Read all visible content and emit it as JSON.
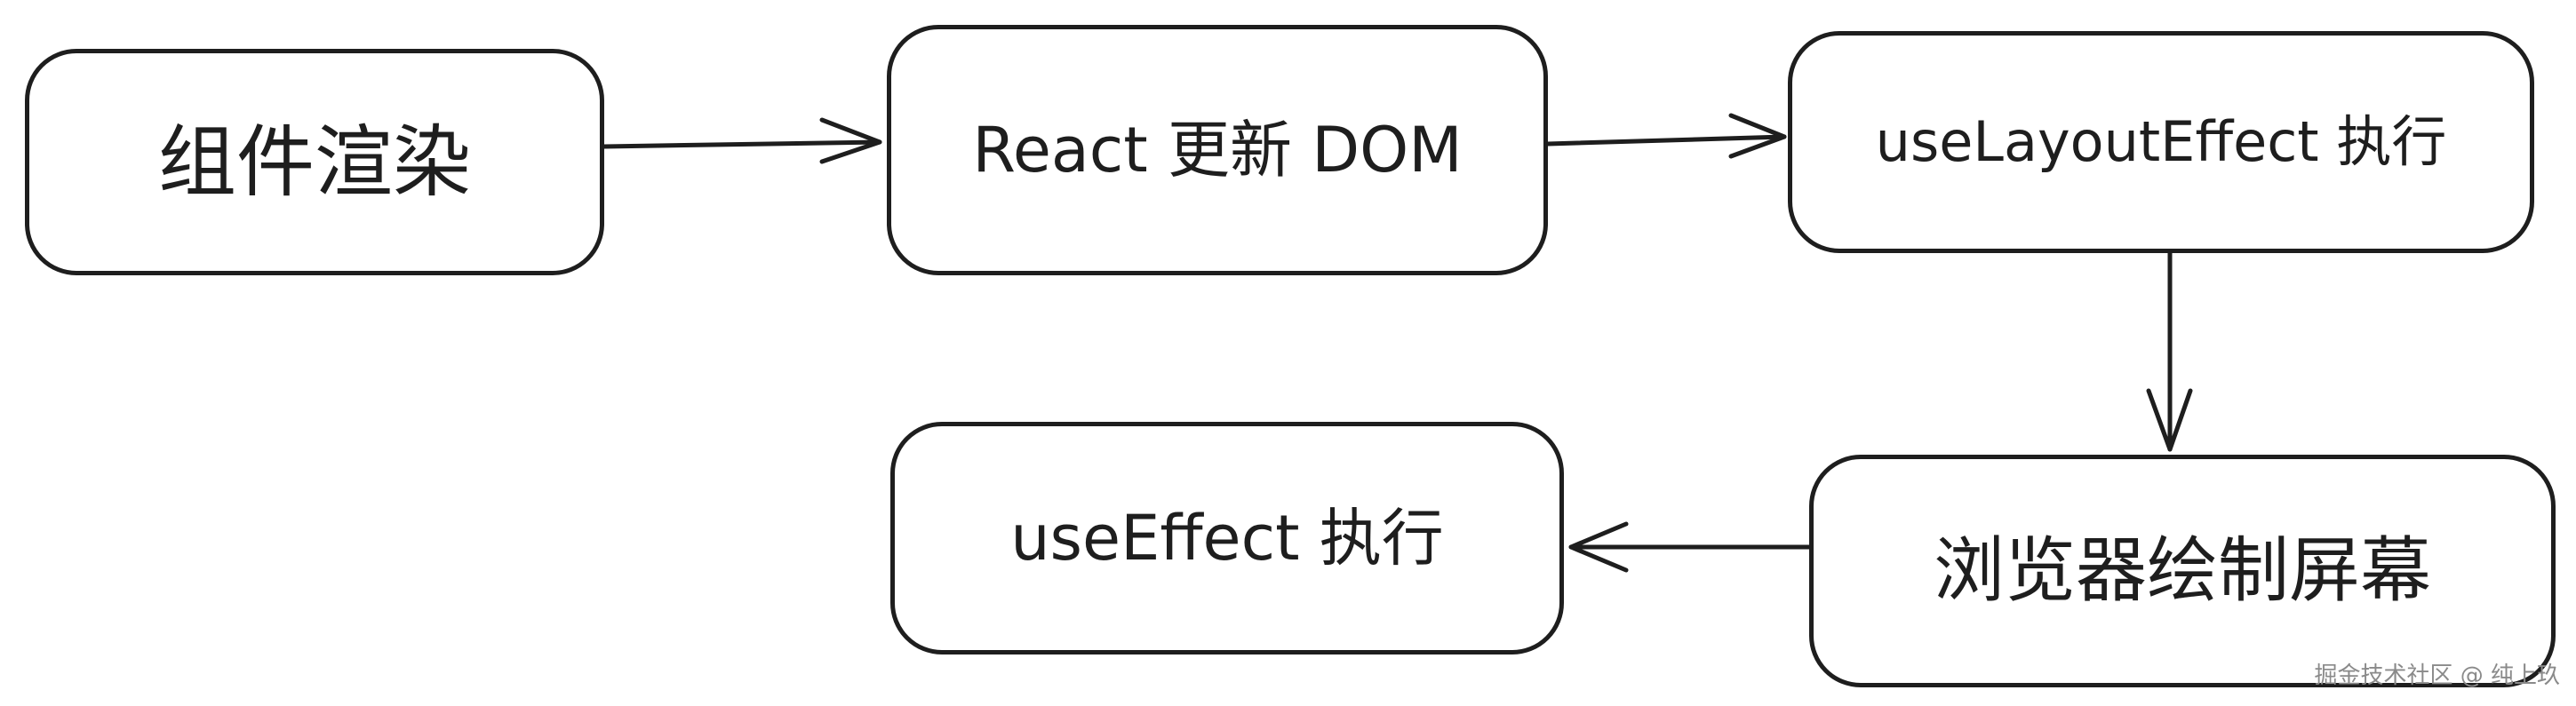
{
  "diagram": {
    "nodes": [
      {
        "id": "render",
        "label": "组件渲染"
      },
      {
        "id": "react-update",
        "label": "React 更新 DOM"
      },
      {
        "id": "layout-effect",
        "label": "useLayoutEffect 执行"
      },
      {
        "id": "paint",
        "label": "浏览器绘制屏幕"
      },
      {
        "id": "effect",
        "label": "useEffect 执行"
      }
    ],
    "edges": [
      {
        "from": "render",
        "to": "react-update"
      },
      {
        "from": "react-update",
        "to": "layout-effect"
      },
      {
        "from": "layout-effect",
        "to": "paint"
      },
      {
        "from": "paint",
        "to": "effect"
      }
    ],
    "colors": {
      "stroke": "#1e1e1e",
      "fill": "#ffffff",
      "watermark": "#8a8a8a"
    }
  },
  "watermark": "掘金技术社区 @ 纯上玖"
}
